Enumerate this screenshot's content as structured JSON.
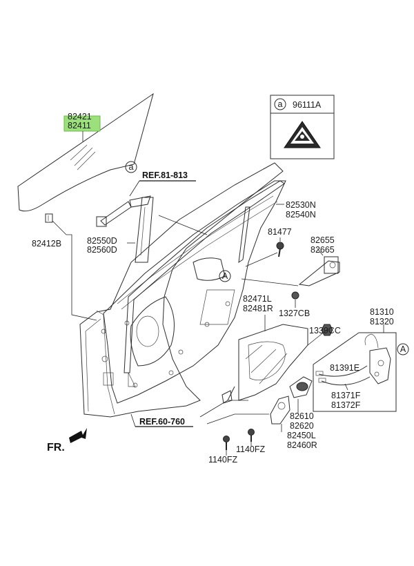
{
  "diagram": {
    "highlight_color": "#9be07a",
    "labels": {
      "glass_upper": "82421",
      "glass_lower": "82411",
      "run_clip": "82412B",
      "ref_upper": "REF.81-813",
      "ref_lower": "REF.60-760",
      "regulator_upper": "82550D",
      "regulator_lower": "82560D",
      "channel_upper": "82530N",
      "channel_lower": "82540N",
      "bolt_81477": "81477",
      "hinge_upper": "82655",
      "hinge_lower": "82665",
      "panel_upper": "82471L",
      "panel_lower": "82481R",
      "screw_1327cb": "1327CB",
      "nut_1339cc": "1339CC",
      "latch_upper": "81310",
      "latch_lower": "81320",
      "cable_81391e": "81391E",
      "cable_upper": "81371F",
      "cable_lower": "81372F",
      "handle_upper": "82610",
      "handle_lower": "82620",
      "motor_upper": "82450L",
      "motor_lower": "82460R",
      "bolt_a": "1140FZ",
      "bolt_b": "1140FZ",
      "callout_a_lower": "a",
      "callout_a_upper": "A",
      "callout_A_right": "A",
      "legend_letter": "a",
      "legend_code": "96111A",
      "front_marker": "FR."
    }
  }
}
